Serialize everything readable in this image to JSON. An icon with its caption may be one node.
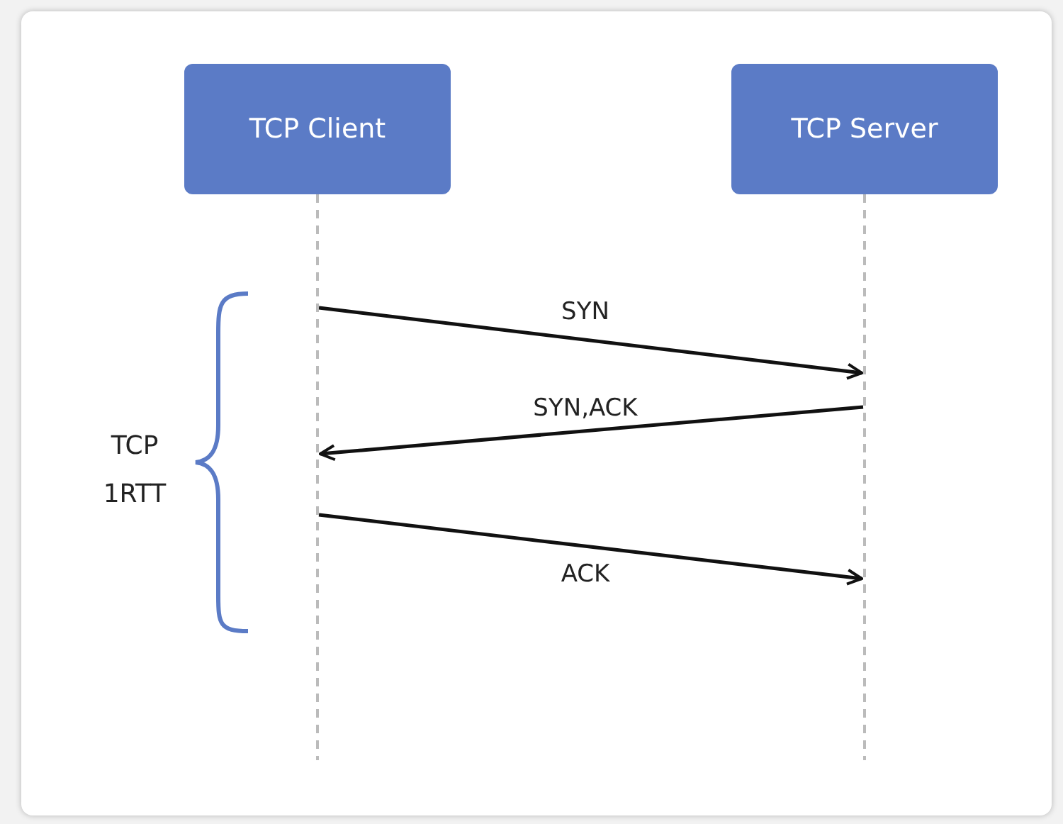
{
  "diagram": {
    "nodes": [
      {
        "text": [
          "TCP Client"
        ]
      },
      {
        "text": [
          "TCP Server"
        ]
      }
    ],
    "edges": [
      {
        "from": 0,
        "to": 1,
        "arrow": "to",
        "label": "SYN"
      },
      {
        "from": 1,
        "to": 0,
        "arrow": "to",
        "label": "SYN,ACK"
      },
      {
        "from": 0,
        "to": 1,
        "arrow": "to",
        "label": "ACK"
      }
    ],
    "labels": [
      "TCP 1RTT"
    ]
  }
}
